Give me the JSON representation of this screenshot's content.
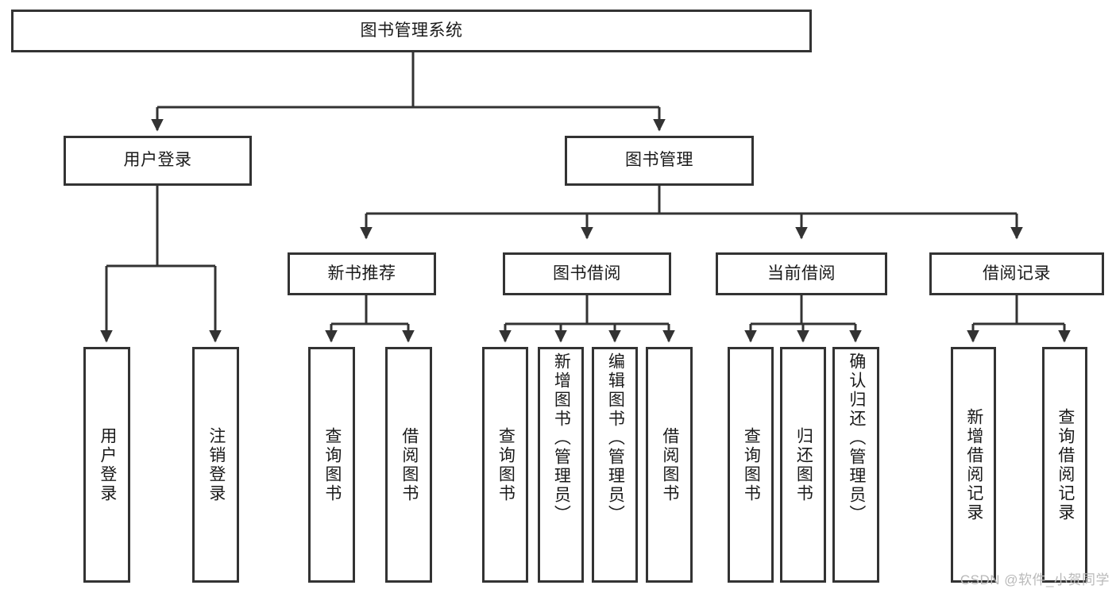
{
  "diagram": {
    "type": "hierarchical-tree",
    "title": "图书管理系统",
    "root": {
      "label": "图书管理系统"
    },
    "level1": [
      {
        "label": "用户登录"
      },
      {
        "label": "图书管理"
      }
    ],
    "level2": [
      {
        "label": "新书推荐",
        "parent": "图书管理"
      },
      {
        "label": "图书借阅",
        "parent": "图书管理"
      },
      {
        "label": "当前借阅",
        "parent": "图书管理"
      },
      {
        "label": "借阅记录",
        "parent": "图书管理"
      }
    ],
    "leaves": {
      "user_login": [
        {
          "label": "用户登录"
        },
        {
          "label": "注销登录"
        }
      ],
      "new_book_recommend": [
        {
          "label": "查询图书"
        },
        {
          "label": "借阅图书"
        }
      ],
      "book_borrow": [
        {
          "label": "查询图书"
        },
        {
          "label": "新增图书（管理员）"
        },
        {
          "label": "编辑图书（管理员）"
        },
        {
          "label": "借阅图书"
        }
      ],
      "current_borrow": [
        {
          "label": "查询图书"
        },
        {
          "label": "归还图书"
        },
        {
          "label": "确认归还（管理员）"
        }
      ],
      "borrow_record": [
        {
          "label": "新增借阅记录"
        },
        {
          "label": "查询借阅记录"
        }
      ]
    },
    "watermark": "CSDN @软件_小贺同学",
    "colors": {
      "border": "#333333",
      "text": "#1a1a1a",
      "background": "#ffffff",
      "watermark": "#b9b9b9"
    }
  }
}
